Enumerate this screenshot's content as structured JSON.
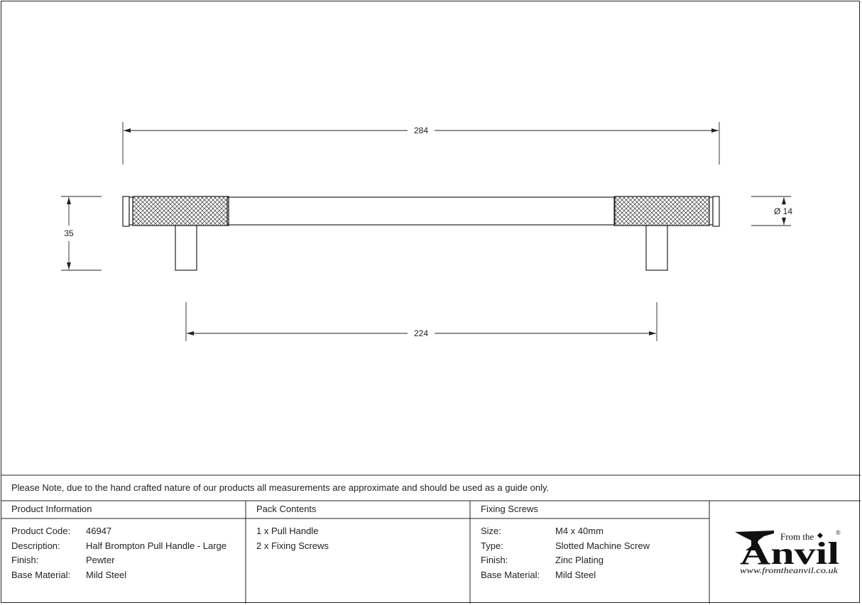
{
  "drawing": {
    "dim_overall_length": "284",
    "dim_centres": "224",
    "dim_projection": "35",
    "dim_diameter": "Ø 14"
  },
  "note": "Please Note, due to the hand crafted nature of our products all measurements are approximate and should be used as a guide only.",
  "product_info": {
    "header": "Product Information",
    "rows": [
      {
        "label": "Product Code:",
        "value": "46947"
      },
      {
        "label": "Description:",
        "value": "Half Brompton Pull Handle - Large"
      },
      {
        "label": "Finish:",
        "value": "Pewter"
      },
      {
        "label": "Base Material:",
        "value": "Mild Steel"
      }
    ]
  },
  "pack_contents": {
    "header": "Pack Contents",
    "items": [
      "1 x Pull Handle",
      "2 x Fixing Screws"
    ]
  },
  "fixing_screws": {
    "header": "Fixing Screws",
    "rows": [
      {
        "label": "Size:",
        "value": "M4 x 40mm"
      },
      {
        "label": "Type:",
        "value": "Slotted Machine Screw"
      },
      {
        "label": "Finish:",
        "value": "Zinc Plating"
      },
      {
        "label": "Base Material:",
        "value": "Mild Steel"
      }
    ]
  },
  "logo": {
    "from_the": "From the",
    "brand": "Anvil",
    "registered": "®",
    "url": "www.fromtheanvil.co.uk"
  }
}
